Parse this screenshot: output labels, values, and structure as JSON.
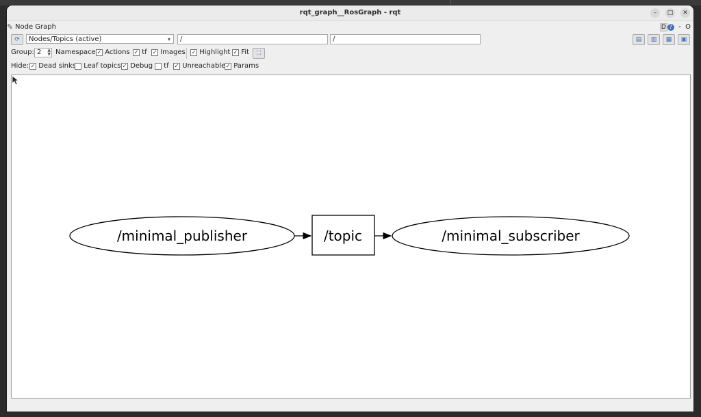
{
  "window": {
    "title": "rqt_graph__RosGraph - rqt"
  },
  "plugin": {
    "title": "Node Graph",
    "d_label": "D",
    "help_label": "?",
    "minus_label": "-",
    "o_label": "O"
  },
  "toolbar": {
    "graph_type": "Nodes/Topics (active)",
    "node_filter": "/",
    "topic_filter": "/"
  },
  "options": {
    "group_label": "Group:",
    "group_value": "2",
    "namespaces_label": "Namespaces",
    "actions_label": "Actions",
    "tf_label": "tf",
    "images_label": "Images",
    "highlight_label": "Highlight",
    "fit_label": "Fit"
  },
  "hide": {
    "label": "Hide:",
    "dead_sinks_label": "Dead sinks",
    "leaf_topics_label": "Leaf topics",
    "debug_label": "Debug",
    "tf_label": "tf",
    "unreachable_label": "Unreachable",
    "params_label": "Params"
  },
  "graph": {
    "nodes": [
      {
        "label": "/minimal_publisher",
        "shape": "ellipse"
      },
      {
        "label": "/topic",
        "shape": "box"
      },
      {
        "label": "/minimal_subscriber",
        "shape": "ellipse"
      }
    ]
  }
}
